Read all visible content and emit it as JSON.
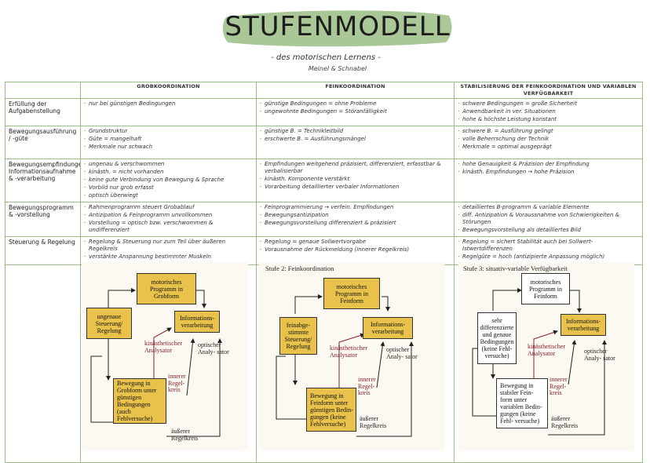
{
  "title": "STUFENMODELL",
  "subtitle": "- des motorischen Lernens -",
  "authors": "Meinel & Schnabel",
  "columns": [
    "Grobkoordination",
    "Feinkoordination",
    "Stabilisierung der Feinkoordination und variablen Verfügbarkeit"
  ],
  "rows": [
    {
      "label": "Erfüllung der Aufgabenstellung",
      "cells": [
        [
          "nur bei günstigen Bedingungen"
        ],
        [
          "günstige Bedingungen = ohne Probleme",
          "ungewohnte Bedingungen = Störanfälligkeit"
        ],
        [
          "schwere Bedingungen = große Sicherheit",
          "Anwendbarkeit in ver. Situationen",
          "hohe & höchste Leistung konstant"
        ]
      ]
    },
    {
      "label": "Bewegungsausführung / -güte",
      "cells": [
        [
          "Grundstruktur",
          "Güte = mangelhaft",
          "Merkmale nur schwach"
        ],
        [
          "günstige B. = Technikleitbild",
          "erschwerte B. = Ausführungsmängel"
        ],
        [
          "schwere B. = Ausführung gelingt",
          "volle Beherrschung der Technik",
          "Merkmale = optimal ausgeprägt"
        ]
      ]
    },
    {
      "label": "Bewegungsempfindungen, Informationsaufnahme & -verarbeitung",
      "cells": [
        [
          "ungenau & verschwommen",
          "kinästh. = nicht vorhanden",
          "keine gute Verbindung von Bewegung & Sprache",
          "Vorbild nur grob erfasst",
          "optisch überwiegt"
        ],
        [
          "Empfindungen weitgehend präzisiert, differenziert, erfasstbar & verbalisierbar",
          "kinästh. Komponente verstärkt",
          "Vorarbeitung detaillierter verbaler Informationen"
        ],
        [
          "hohe Genauigkeit & Präzision der Empfindung",
          "kinästh. Empfindungen → hohe Präzision"
        ]
      ]
    },
    {
      "label": "Bewegungsprogramm & -vorstellung",
      "cells": [
        [
          "Rahmenprogramm steuert Grobablauf",
          "Antizipation & Feinprogramm unvollkommen",
          "Vorstellung = optisch bzw. verschwommen & undifferenziert"
        ],
        [
          "Feinprogrammierung → verfein. Empfindungen",
          "Bewegungsantizipation",
          "Bewegungsvorstellung differenziert & präzisiert"
        ],
        [
          "detailliertes B-programm & variable Elemente",
          "diff. Antizipation & Voraussnahme von Schwierigkeiten & Störungen",
          "Bewegungsvorstellung als detailliertes Bild"
        ]
      ]
    },
    {
      "label": "Steuerung & Regelung",
      "cells": [
        [
          "Regelung & Steuerung nur zum Teil über äußeren Regelkreis",
          "verstärkte Anspannung bestimmter Muskeln"
        ],
        [
          "Regelung = genaue Sollwertvorgabe",
          "Vorausnahme der Rückmeldung (innerer Regelkreis)"
        ],
        [
          "Regelung = sichert Stabilität auch bei Sollwert-Istwertdifferenzen",
          "Regelgüte = hoch (antizipierte Anpassung möglich)"
        ]
      ]
    }
  ],
  "diagrams": [
    {
      "stage_title": "",
      "top": "motorisches Programm in Grobform",
      "left": "ungenaue Steuerung/ Regelung",
      "right": "Informations- verarbeitung",
      "bottom": "Bewegung in Grobform unter günstigen Bedingungen (auch Fehlversuche)",
      "kin": "kinästhetischer Analysator",
      "opt": "optischer Analy- sator",
      "inner": "innerer Regel- kreis",
      "outer": "äußerer Regelkreis"
    },
    {
      "stage_title": "Stufe 2: Feinkoordination",
      "top": "motorisches Programm in Feinform",
      "left": "feinabge- stimmte Steuerung/ Regelung",
      "right": "Informations- verarbeitung",
      "bottom": "Bewegung in Feinform unter günstigen Bedin- gungen (keine Fehlversuche)",
      "kin": "kinästhetischer Analysator",
      "opt": "optischer Analy- sator",
      "inner": "innerer Regel- kreis",
      "outer": "äußerer Regelkreis"
    },
    {
      "stage_title": "Stufe 3: situativ-variable Verfügbarkeit",
      "top": "motorisches Programm in Feinform",
      "left": "sehr differenzierte und genaue Bedingungen (keine Fehl- versuche)",
      "right": "Informations- verarbeitung",
      "bottom": "Bewegung in stabiler Fein- form unter variablen Bedin- gungen (keine Fehl- versuche)",
      "kin": "kinästhetischer Analysator",
      "opt": "optischer Analy- sator",
      "inner": "innerer Regel- kreis",
      "outer": "äußerer Regelkreis"
    }
  ],
  "colors": {
    "accent_green": "#9cbc88",
    "box_yellow": "#e8c24a",
    "label_red": "#8a1e2a"
  }
}
